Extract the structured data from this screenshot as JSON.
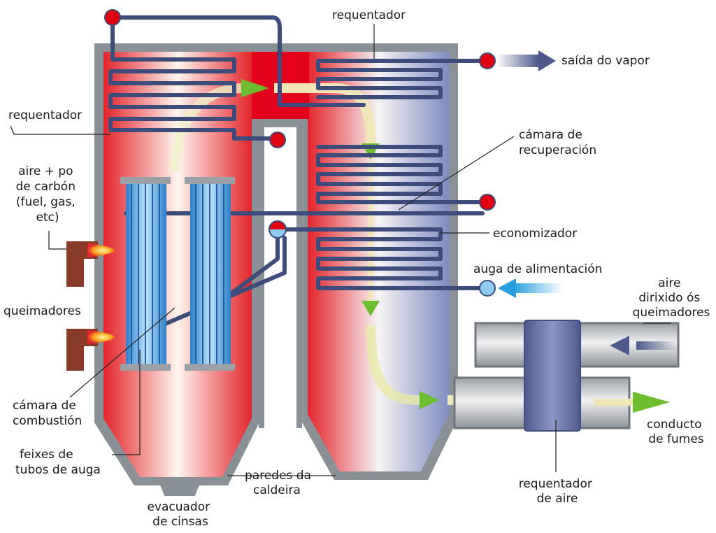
{
  "labels": {
    "top_reheater": "requentador",
    "steam_outlet": "saída do vapor",
    "left_reheater": "requentador",
    "recovery_chamber": [
      "cámara de",
      "recuperación"
    ],
    "air_coal": [
      "aire + po",
      "de carbón",
      "(fuel, gas,",
      "etc)"
    ],
    "economizer": "economizador",
    "feed_water": "auga de alimentación",
    "air_to_burners": [
      "aire",
      "dirixido ós",
      "queimadores"
    ],
    "burners": "queimadores",
    "combustion_chamber": [
      "cámara de",
      "combustión"
    ],
    "water_tube_bundles": [
      "feixes de",
      "tubos de auga"
    ],
    "boiler_walls": [
      "paredes da",
      "caldeira"
    ],
    "ash_outlet": [
      "evacuador",
      "de cinsas"
    ],
    "air_heater": [
      "requentador",
      "de aire"
    ],
    "flue_duct": [
      "conducto",
      "de fumes"
    ]
  },
  "colors": {
    "wall": "#8a9196",
    "hot": "#e3242b",
    "cool": "#7d8cc0",
    "coil": "#3d4c7a",
    "valve": "#e0000f",
    "flow_arrow": "#6bbd2e",
    "steam_arrow": "#4b5a8a",
    "feed_arrow": "#2a9fe0"
  }
}
